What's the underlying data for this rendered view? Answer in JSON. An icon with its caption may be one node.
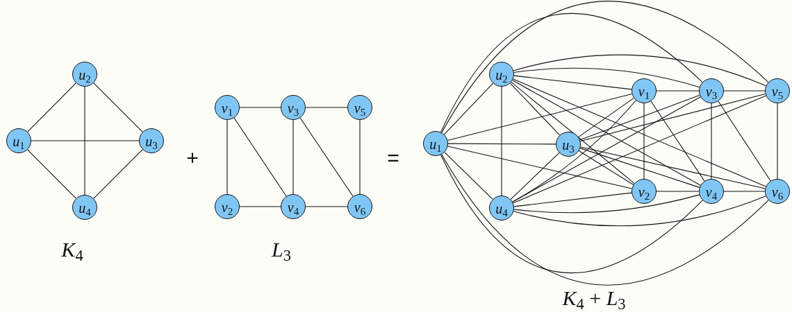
{
  "diagram": {
    "nodes": [
      {
        "text": [
          "*u*$_{1}$"
        ]
      },
      {
        "text": [
          "*u*$_{2}$"
        ]
      },
      {
        "text": [
          "*u*$_{3}$"
        ]
      },
      {
        "text": [
          "*u*$_{4}$"
        ]
      },
      {
        "text": [
          "*v*$_{1}$"
        ]
      },
      {
        "text": [
          "*v*$_{2}$"
        ]
      },
      {
        "text": [
          "*v*$_{3}$"
        ]
      },
      {
        "text": [
          "*v*$_{4}$"
        ]
      },
      {
        "text": [
          "*v*$_{5}$"
        ]
      },
      {
        "text": [
          "*v*$_{6}$"
        ]
      },
      {
        "text": [
          "*u*$_{1}$"
        ]
      },
      {
        "text": [
          "*u*$_{2}$"
        ]
      },
      {
        "text": [
          "*u*$_{3}$"
        ]
      },
      {
        "text": [
          "*u*$_{4}$"
        ]
      },
      {
        "text": [
          "*v*$_{1}$"
        ]
      },
      {
        "text": [
          "*v*$_{2}$"
        ]
      },
      {
        "text": [
          "*v*$_{3}$"
        ]
      },
      {
        "text": [
          "*v*$_{4}$"
        ]
      },
      {
        "text": [
          "*v*$_{5}$"
        ]
      },
      {
        "text": [
          "*v*$_{6}$"
        ]
      }
    ],
    "edges": [
      {
        "from": 0,
        "to": 1,
        "arrow": "none"
      },
      {
        "from": 0,
        "to": 2,
        "arrow": "none"
      },
      {
        "from": 0,
        "to": 3,
        "arrow": "none"
      },
      {
        "from": 1,
        "to": 2,
        "arrow": "none"
      },
      {
        "from": 1,
        "to": 3,
        "arrow": "none"
      },
      {
        "from": 2,
        "to": 3,
        "arrow": "none"
      },
      {
        "from": 4,
        "to": 6,
        "arrow": "none"
      },
      {
        "from": 6,
        "to": 8,
        "arrow": "none"
      },
      {
        "from": 4,
        "to": 5,
        "arrow": "none"
      },
      {
        "from": 4,
        "to": 7,
        "arrow": "none"
      },
      {
        "from": 5,
        "to": 7,
        "arrow": "none"
      },
      {
        "from": 6,
        "to": 7,
        "arrow": "none"
      },
      {
        "from": 6,
        "to": 9,
        "arrow": "none"
      },
      {
        "from": 7,
        "to": 9,
        "arrow": "none"
      },
      {
        "from": 8,
        "to": 9,
        "arrow": "none"
      },
      {
        "from": 10,
        "to": 11,
        "arrow": "none"
      },
      {
        "from": 10,
        "to": 12,
        "arrow": "none"
      },
      {
        "from": 10,
        "to": 13,
        "arrow": "none"
      },
      {
        "from": 11,
        "to": 12,
        "arrow": "none"
      },
      {
        "from": 11,
        "to": 13,
        "arrow": "none"
      },
      {
        "from": 12,
        "to": 13,
        "arrow": "none"
      },
      {
        "from": 14,
        "to": 16,
        "arrow": "none"
      },
      {
        "from": 16,
        "to": 18,
        "arrow": "none"
      },
      {
        "from": 14,
        "to": 15,
        "arrow": "none"
      },
      {
        "from": 14,
        "to": 17,
        "arrow": "none"
      },
      {
        "from": 15,
        "to": 17,
        "arrow": "none"
      },
      {
        "from": 16,
        "to": 17,
        "arrow": "none"
      },
      {
        "from": 16,
        "to": 19,
        "arrow": "none"
      },
      {
        "from": 17,
        "to": 19,
        "arrow": "none"
      },
      {
        "from": 18,
        "to": 19,
        "arrow": "none"
      },
      {
        "from": 10,
        "to": 14,
        "arrow": "none"
      },
      {
        "from": 10,
        "to": 15,
        "arrow": "none"
      },
      {
        "from": 10,
        "to": 16,
        "arrow": "none"
      },
      {
        "from": 10,
        "to": 17,
        "arrow": "none"
      },
      {
        "from": 10,
        "to": 18,
        "arrow": "none"
      },
      {
        "from": 10,
        "to": 19,
        "arrow": "none"
      },
      {
        "from": 11,
        "to": 14,
        "arrow": "none"
      },
      {
        "from": 11,
        "to": 15,
        "arrow": "none"
      },
      {
        "from": 11,
        "to": 16,
        "arrow": "none"
      },
      {
        "from": 11,
        "to": 17,
        "arrow": "none"
      },
      {
        "from": 11,
        "to": 18,
        "arrow": "none"
      },
      {
        "from": 11,
        "to": 19,
        "arrow": "none"
      },
      {
        "from": 12,
        "to": 14,
        "arrow": "none"
      },
      {
        "from": 12,
        "to": 15,
        "arrow": "none"
      },
      {
        "from": 12,
        "to": 16,
        "arrow": "none"
      },
      {
        "from": 12,
        "to": 17,
        "arrow": "none"
      },
      {
        "from": 12,
        "to": 18,
        "arrow": "none"
      },
      {
        "from": 12,
        "to": 19,
        "arrow": "none"
      },
      {
        "from": 13,
        "to": 14,
        "arrow": "none"
      },
      {
        "from": 13,
        "to": 15,
        "arrow": "none"
      },
      {
        "from": 13,
        "to": 16,
        "arrow": "none"
      },
      {
        "from": 13,
        "to": 17,
        "arrow": "none"
      },
      {
        "from": 13,
        "to": 18,
        "arrow": "none"
      },
      {
        "from": 13,
        "to": 19,
        "arrow": "none"
      }
    ],
    "labels": [
      "*K*$_{4}$",
      "+",
      "*L*$_{3}$",
      "=",
      "*K*$_{4}$ + *L*$_{3}$"
    ]
  }
}
